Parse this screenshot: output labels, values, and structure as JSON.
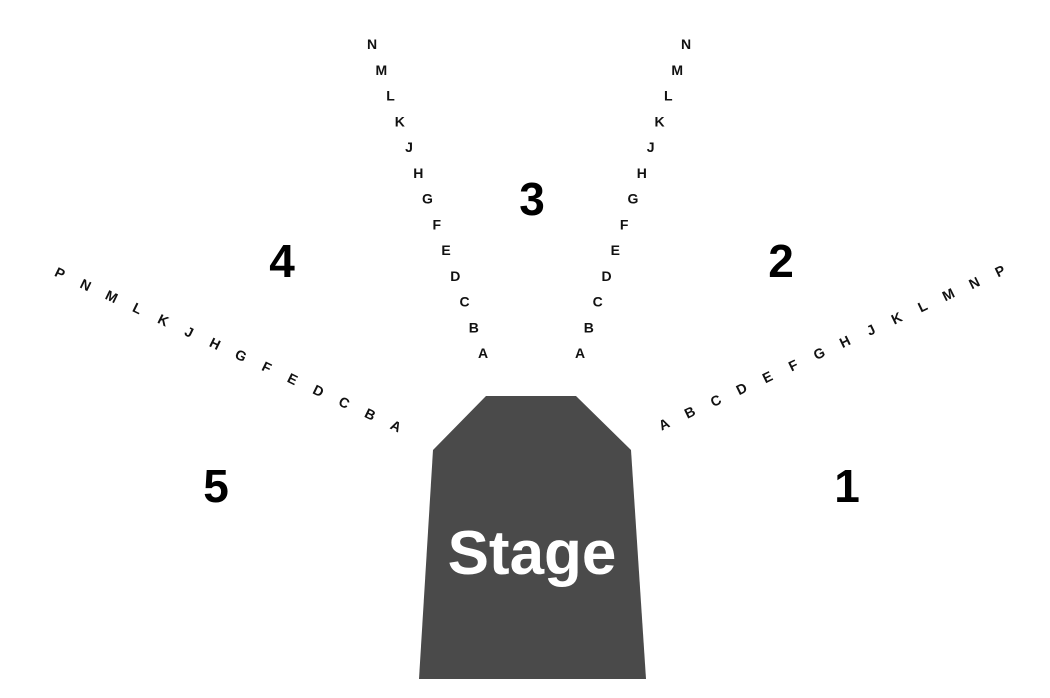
{
  "colors": {
    "stage_fill": "#4a4a4a",
    "stage_text": "#ffffff",
    "label_text": "#000000",
    "background": "#ffffff"
  },
  "stage": {
    "label": "Stage"
  },
  "sections": [
    {
      "label": "1",
      "rows": [
        "A",
        "B",
        "C",
        "D",
        "E",
        "F",
        "G",
        "H",
        "J",
        "K",
        "L",
        "M",
        "N",
        "P"
      ]
    },
    {
      "label": "2",
      "rows": [
        "A",
        "B",
        "C",
        "D",
        "E",
        "F",
        "G",
        "H",
        "J",
        "K",
        "L",
        "M",
        "N"
      ]
    },
    {
      "label": "3",
      "rows": []
    },
    {
      "label": "4",
      "rows": [
        "A",
        "B",
        "C",
        "D",
        "E",
        "F",
        "G",
        "H",
        "J",
        "K",
        "L",
        "M",
        "N"
      ]
    },
    {
      "label": "5",
      "rows": [
        "A",
        "B",
        "C",
        "D",
        "E",
        "F",
        "G",
        "H",
        "J",
        "K",
        "L",
        "M",
        "N",
        "P"
      ]
    }
  ]
}
